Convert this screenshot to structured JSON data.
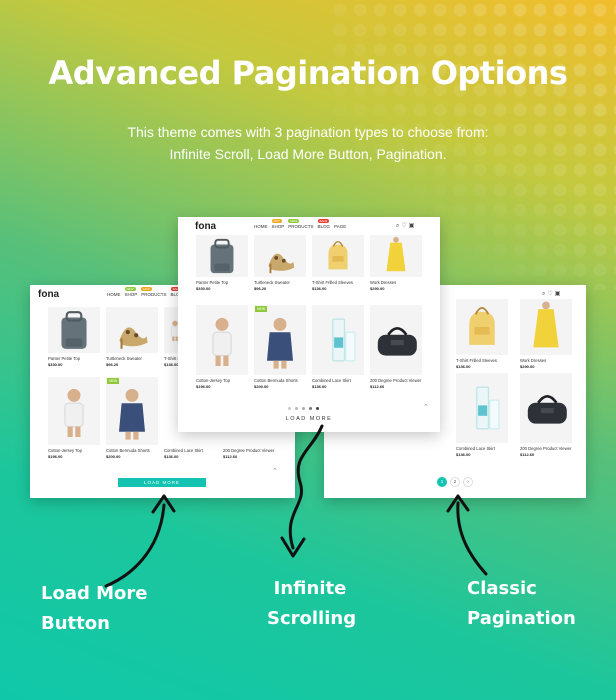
{
  "heading": "Advanced Pagination Options",
  "subtitle_line1": "This theme comes with 3 pagination types to choose from:",
  "subtitle_line2": "Infinite Scroll, Load More Button, Pagination.",
  "labels": {
    "load_more": [
      "Load More",
      "Button"
    ],
    "infinite": [
      "Infinite",
      "Scrolling"
    ],
    "classic": [
      "Classic",
      "Pagination"
    ]
  },
  "screens": {
    "logo": "fona",
    "nav": [
      "HOME",
      "SHOP",
      "PRODUCTS",
      "BLOG",
      "PAGE"
    ],
    "nav_tags": [
      "NEW",
      "HOT",
      "SALE"
    ],
    "new_badge": "NEW",
    "load_more_button": "LOAD MORE",
    "pages": [
      "1",
      "2",
      "›"
    ],
    "left_items": [
      {
        "name": "Panter Petite Top",
        "price": "$330.00"
      },
      {
        "name": "Turtleneck Sweater",
        "price": "$96.20"
      },
      {
        "name": "T-Shirt Frilled Sleeves",
        "price": "$136.00"
      },
      {
        "name": "Cotton-Jersey Top",
        "price": "$196.00"
      },
      {
        "name": "Cotton Bermuda Shorts",
        "price": "$200.00"
      },
      {
        "name": "Combined Lace Skirt",
        "price": "$136.00"
      },
      {
        "name": "200 Degree Product Viewer",
        "price": "$112.60"
      }
    ],
    "center_items": [
      {
        "name": "Panter Petite Top",
        "price": "$330.00"
      },
      {
        "name": "Turtleneck Sweater",
        "price": "$96.20"
      },
      {
        "name": "T-Shirt Frilled Sleeves",
        "price": "$136.00"
      },
      {
        "name": "Work Dresses",
        "price": "$290.00"
      },
      {
        "name": "Cotton-Jersey Top",
        "price": "$196.00"
      },
      {
        "name": "Cotton Bermuda Shorts",
        "price": "$200.00"
      },
      {
        "name": "Combined Lace Skirt",
        "price": "$136.00"
      },
      {
        "name": "200 Degree Product Viewer",
        "price": "$112.60"
      }
    ],
    "right_items": [
      {
        "name": "T-Shirt Frilled Sleeves",
        "price": "$136.00"
      },
      {
        "name": "Work Dresses",
        "price": "$290.00"
      },
      {
        "name": "Combined Lace Skirt",
        "price": "$136.00"
      },
      {
        "name": "200 Degree Product Viewer",
        "price": "$112.60"
      }
    ]
  },
  "colors": {
    "accent": "#14c3b1",
    "tag_new": "#8fc93a",
    "tag_hot": "#f0a81c",
    "tag_sale": "#e8402f"
  }
}
